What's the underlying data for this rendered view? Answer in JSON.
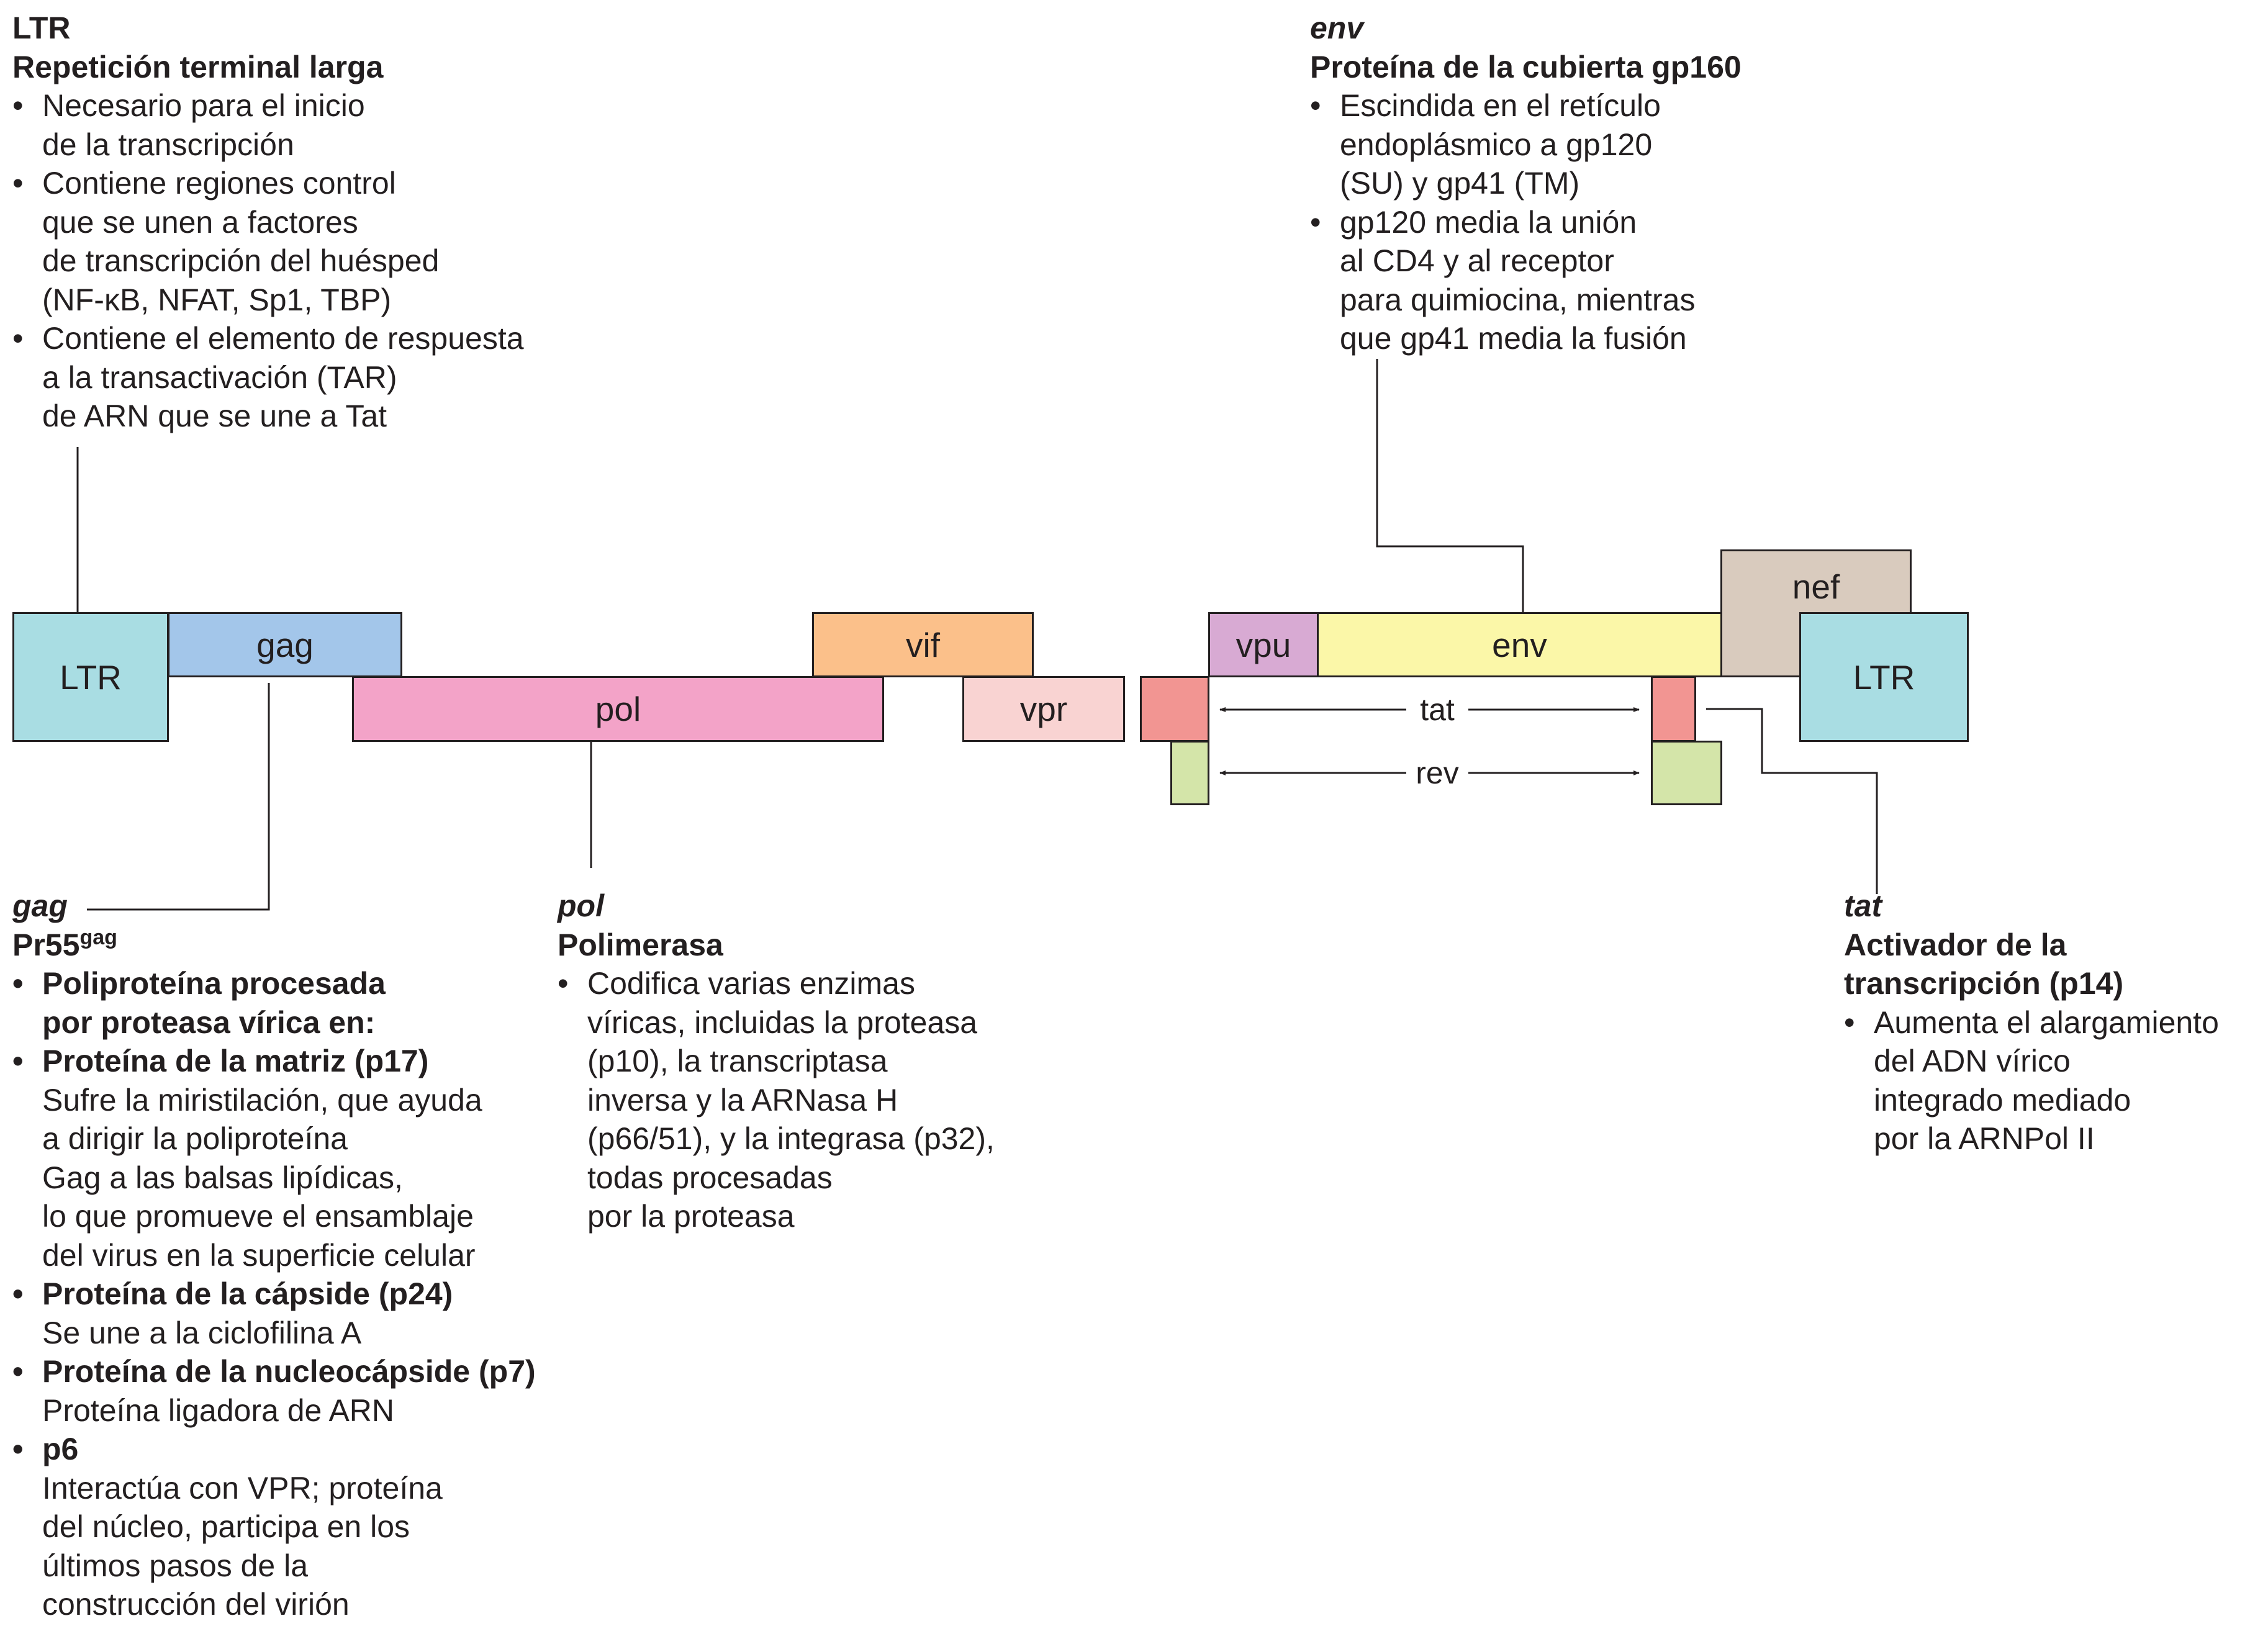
{
  "genes": {
    "ltr_left": "LTR",
    "gag": "gag",
    "pol": "pol",
    "vif": "vif",
    "vpr": "vpr",
    "vpu": "vpu",
    "env": "env",
    "nef": "nef",
    "ltr_right": "LTR",
    "tat": "tat",
    "rev": "rev"
  },
  "colors": {
    "ltr": "#a9dde3",
    "gag": "#a3c6ea",
    "pol": "#f3a3c8",
    "vif": "#fbc08a",
    "vpr": "#f9d3d2",
    "vpu": "#d8aad3",
    "env": "#fbf7a8",
    "nef": "#d9cbbe",
    "tat": "#f29592",
    "rev": "#d4e5a9",
    "text": "#231f20"
  },
  "ltr_note": {
    "title": "LTR",
    "subtitle": "Repetición terminal larga",
    "bullets": [
      [
        "Necesario para el inicio",
        "de la transcripción"
      ],
      [
        "Contiene regiones control",
        "que se unen a factores",
        "de transcripción del huésped",
        "(NF-κB, NFAT, Sp1, TBP)"
      ],
      [
        "Contiene el elemento de respuesta",
        "a la transactivación (TAR)",
        "de ARN que se une a Tat"
      ]
    ]
  },
  "env_note": {
    "title": "env",
    "subtitle": "Proteína de la cubierta gp160",
    "bullets": [
      [
        "Escindida en el retículo",
        "endoplásmico a gp120",
        "(SU) y gp41 (TM)"
      ],
      [
        "gp120 media la unión",
        "al CD4 y al receptor",
        "para quimiocina, mientras",
        "que gp41 media la fusión"
      ]
    ]
  },
  "gag_note": {
    "title": "gag",
    "subtitle": "Pr55",
    "subtitle_sup": "gag",
    "items": [
      {
        "heading": [
          "Poliproteína procesada",
          "por proteasa vírica en:"
        ],
        "body": []
      },
      {
        "heading": [
          "Proteína de la matriz (p17)"
        ],
        "body": [
          "Sufre la miristilación, que ayuda",
          "a dirigir la poliproteína",
          "Gag a las balsas lipídicas,",
          "lo que promueve el ensamblaje",
          "del virus en la superficie celular"
        ]
      },
      {
        "heading": [
          "Proteína de la cápside (p24)"
        ],
        "body": [
          "Se une a la ciclofilina A"
        ]
      },
      {
        "heading": [
          "Proteína de la nucleocápside (p7)"
        ],
        "body": [
          "Proteína ligadora de ARN"
        ]
      },
      {
        "heading": [
          "p6"
        ],
        "body": [
          "Interactúa con VPR; proteína",
          "del núcleo, participa en los",
          "últimos pasos de la",
          "construcción del virión"
        ]
      }
    ]
  },
  "pol_note": {
    "title": "pol",
    "subtitle": "Polimerasa",
    "bullets": [
      [
        "Codifica varias enzimas",
        "víricas, incluidas la proteasa",
        "(p10), la transcriptasa",
        "inversa y la ARNasa H",
        "(p66/51), y la integrasa (p32),",
        "todas procesadas",
        "por la proteasa"
      ]
    ]
  },
  "tat_note": {
    "title": "tat",
    "subtitle": [
      "Activador de la",
      "transcripción (p14)"
    ],
    "bullets": [
      [
        "Aumenta el alargamiento",
        "del ADN vírico",
        "integrado mediado",
        "por la ARNPol II"
      ]
    ]
  }
}
